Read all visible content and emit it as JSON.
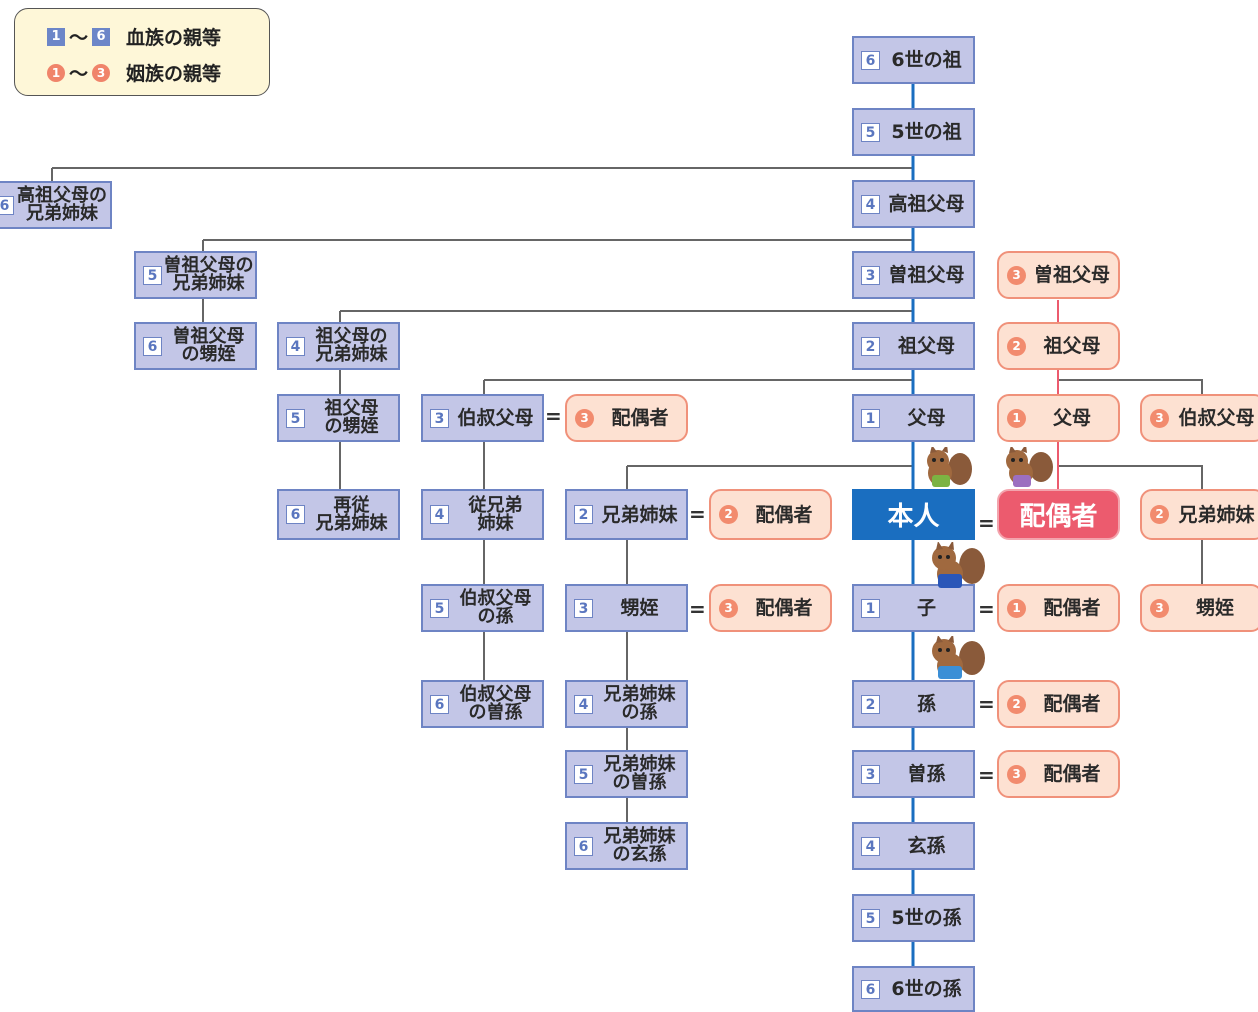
{
  "legend": {
    "blood": {
      "from": "1",
      "to": "6",
      "label": "血族の親等",
      "tilde": "〜"
    },
    "inlaw": {
      "from": "1",
      "to": "3",
      "label": "姻族の親等",
      "tilde": "〜"
    }
  },
  "colors": {
    "blood_fill": "#c3c6e7",
    "blood_border": "#6e84c4",
    "inlaw_fill": "#fde1d2",
    "inlaw_border": "#f0917a",
    "self": "#1a6ec0",
    "spouse": "#ec5b6e",
    "line": "#666666"
  },
  "self_label": "本人",
  "spouse_label": "配偶者",
  "eq": "=",
  "blood_nodes": [
    {
      "id": "b6so",
      "num": "6",
      "text": "6世の祖"
    },
    {
      "id": "b5so",
      "num": "5",
      "text": "5世の祖"
    },
    {
      "id": "kouso",
      "num": "4",
      "text": "高祖父母"
    },
    {
      "id": "sou",
      "num": "3",
      "text": "曽祖父母"
    },
    {
      "id": "so",
      "num": "2",
      "text": "祖父母"
    },
    {
      "id": "fubo",
      "num": "1",
      "text": "父母"
    },
    {
      "id": "ko",
      "num": "1",
      "text": "子"
    },
    {
      "id": "mago",
      "num": "2",
      "text": "孫"
    },
    {
      "id": "himago",
      "num": "3",
      "text": "曽孫"
    },
    {
      "id": "gen",
      "num": "4",
      "text": "玄孫"
    },
    {
      "id": "b5son",
      "num": "5",
      "text": "5世の孫"
    },
    {
      "id": "b6son",
      "num": "6",
      "text": "6世の孫"
    },
    {
      "id": "kouso_sib",
      "num": "6",
      "text": "高祖父母の\n兄弟姉妹"
    },
    {
      "id": "sou_sib",
      "num": "5",
      "text": "曽祖父母の\n兄弟姉妹"
    },
    {
      "id": "sou_oi",
      "num": "6",
      "text": "曽祖父母\nの甥姪"
    },
    {
      "id": "so_sib",
      "num": "4",
      "text": "祖父母の\n兄弟姉妹"
    },
    {
      "id": "so_oi",
      "num": "5",
      "text": "祖父母\nの甥姪"
    },
    {
      "id": "saiitoko",
      "num": "6",
      "text": "再従\n兄弟姉妹"
    },
    {
      "id": "oji",
      "num": "3",
      "text": "伯叔父母"
    },
    {
      "id": "itoko",
      "num": "4",
      "text": "従兄弟\n姉妹"
    },
    {
      "id": "oji_mago",
      "num": "5",
      "text": "伯叔父母\nの孫"
    },
    {
      "id": "oji_himago",
      "num": "6",
      "text": "伯叔父母\nの曽孫"
    },
    {
      "id": "kyodai",
      "num": "2",
      "text": "兄弟姉妹"
    },
    {
      "id": "oimei",
      "num": "3",
      "text": "甥姪"
    },
    {
      "id": "kyo_mago",
      "num": "4",
      "text": "兄弟姉妹\nの孫"
    },
    {
      "id": "kyo_himago",
      "num": "5",
      "text": "兄弟姉妹\nの曽孫"
    },
    {
      "id": "kyo_gen",
      "num": "6",
      "text": "兄弟姉妹\nの玄孫"
    }
  ],
  "inlaw_nodes": [
    {
      "id": "i_sou",
      "num": "3",
      "text": "曽祖父母"
    },
    {
      "id": "i_so",
      "num": "2",
      "text": "祖父母"
    },
    {
      "id": "i_fubo",
      "num": "1",
      "text": "父母"
    },
    {
      "id": "i_oji",
      "num": "3",
      "text": "伯叔父母"
    },
    {
      "id": "i_kyodai",
      "num": "2",
      "text": "兄弟姉妹"
    },
    {
      "id": "i_oimei",
      "num": "3",
      "text": "甥姪"
    },
    {
      "id": "sp_oji",
      "num": "3",
      "text": "配偶者"
    },
    {
      "id": "sp_kyodai",
      "num": "2",
      "text": "配偶者"
    },
    {
      "id": "sp_oimei",
      "num": "3",
      "text": "配偶者"
    },
    {
      "id": "sp_ko",
      "num": "1",
      "text": "配偶者"
    },
    {
      "id": "sp_mago",
      "num": "2",
      "text": "配偶者"
    },
    {
      "id": "sp_himago",
      "num": "3",
      "text": "配偶者"
    }
  ]
}
